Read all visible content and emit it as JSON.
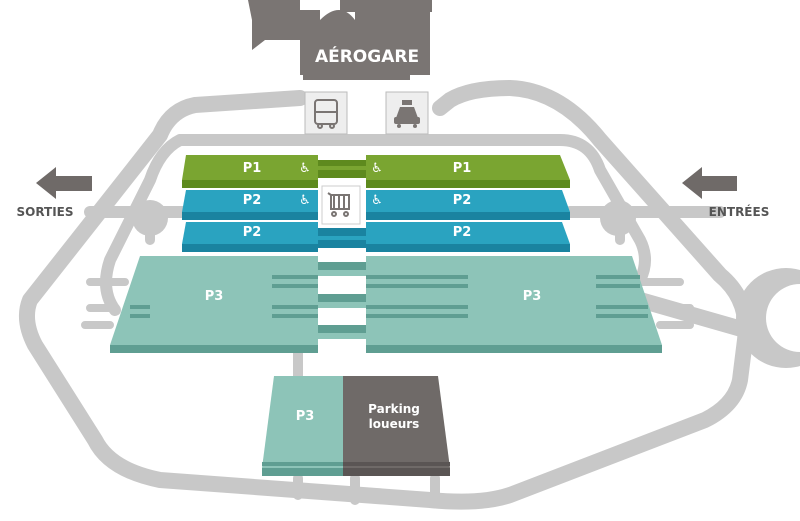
{
  "map": {
    "terminal_label": "AÉROGARE",
    "exit_label": "SORTIES",
    "entry_label": "ENTRÉES",
    "zones": {
      "p1_left": "P1",
      "p1_right": "P1",
      "p2_upper_left": "P2",
      "p2_upper_right": "P2",
      "p2_lower_left": "P2",
      "p2_lower_right": "P2",
      "p3_left": "P3",
      "p3_right": "P3",
      "p3_bottom": "P3",
      "rental_line1": "Parking",
      "rental_line2": "loueurs"
    },
    "icons": [
      "bus-icon",
      "taxi-icon",
      "wheelchair-icon",
      "luggage-cart-icon",
      "arrow-left-icon"
    ],
    "colors": {
      "road": "#c8c8c8",
      "road_edge": "#b5b5b5",
      "terminal": "#7a7573",
      "p1": "#7aa531",
      "p1_dark": "#5e8a1e",
      "p2": "#2aa3c0",
      "p2_dark": "#1a83a0",
      "p3": "#8dc4b8",
      "p3_dark": "#5f9e92",
      "rental": "#6f6a68",
      "arrow": "#6f6a68"
    }
  }
}
